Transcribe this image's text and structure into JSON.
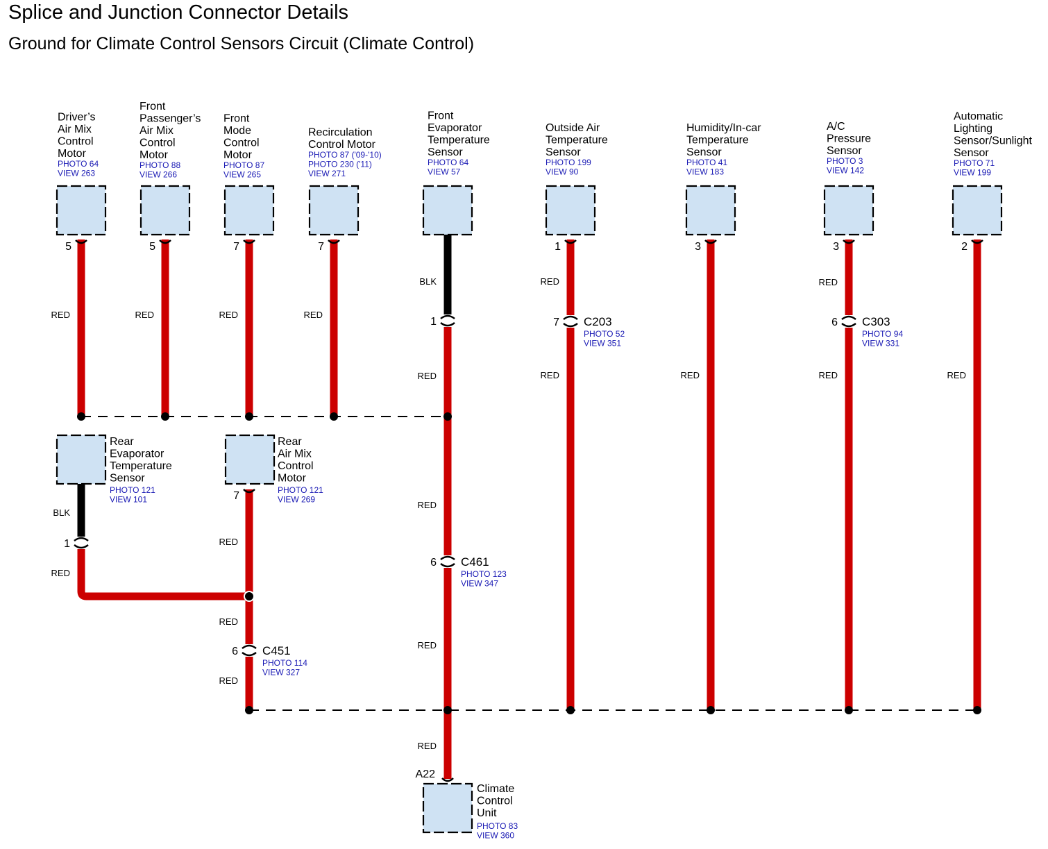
{
  "header": {
    "title": "Splice and Junction Connector Details",
    "subtitle": "Ground for Climate Control Sensors Circuit (Climate Control)"
  },
  "colors": {
    "wire_red": "#cc0000",
    "wire_black": "#000000",
    "component_fill": "#cfe2f3",
    "ref_text": "#1a1ab4"
  },
  "components": [
    {
      "id": "drivers-air-mix",
      "name": [
        "Driver’s",
        "Air Mix",
        "Control",
        "Motor"
      ],
      "refs": [
        "PHOTO 64",
        "VIEW 263"
      ],
      "pin": "5"
    },
    {
      "id": "front-pass-air-mix",
      "name": [
        "Front",
        "Passenger’s",
        "Air Mix",
        "Control",
        "Motor"
      ],
      "refs": [
        "PHOTO 88",
        "VIEW 266"
      ],
      "pin": "5"
    },
    {
      "id": "front-mode",
      "name": [
        "Front",
        "Mode",
        "Control",
        "Motor"
      ],
      "refs": [
        "PHOTO 87",
        "VIEW 265"
      ],
      "pin": "7"
    },
    {
      "id": "recirculation",
      "name": [
        "Recirculation",
        "Control Motor"
      ],
      "refs": [
        "PHOTO 87 ('09-'10)",
        "PHOTO 230 ('11)",
        "VIEW 271"
      ],
      "pin": "7"
    },
    {
      "id": "front-evap",
      "name": [
        "Front",
        "Evaporator",
        "Temperature",
        "Sensor"
      ],
      "refs": [
        "PHOTO 64",
        "VIEW 57"
      ],
      "pin": ""
    },
    {
      "id": "outside-air",
      "name": [
        "Outside Air",
        "Temperature",
        "Sensor"
      ],
      "refs": [
        "PHOTO 199",
        "VIEW 90"
      ],
      "pin": "1"
    },
    {
      "id": "humidity",
      "name": [
        "Humidity/In-car",
        "Temperature",
        "Sensor"
      ],
      "refs": [
        "PHOTO 41",
        "VIEW 183"
      ],
      "pin": "3"
    },
    {
      "id": "ac-pressure",
      "name": [
        "A/C",
        "Pressure",
        "Sensor"
      ],
      "refs": [
        "PHOTO 3",
        "VIEW 142"
      ],
      "pin": "3"
    },
    {
      "id": "auto-lighting",
      "name": [
        "Automatic",
        "Lighting",
        "Sensor/Sunlight",
        "Sensor"
      ],
      "refs": [
        "PHOTO 71",
        "VIEW 199"
      ],
      "pin": "2"
    },
    {
      "id": "rear-evap",
      "name": [
        "Rear",
        "Evaporator",
        "Temperature",
        "Sensor"
      ],
      "refs": [
        "PHOTO 121",
        "VIEW 101"
      ],
      "pin": ""
    },
    {
      "id": "rear-air-mix",
      "name": [
        "Rear",
        "Air Mix",
        "Control",
        "Motor"
      ],
      "refs": [
        "PHOTO 121",
        "VIEW 269"
      ],
      "pin": "7"
    },
    {
      "id": "climate-unit",
      "name": [
        "Climate",
        "Control",
        "Unit"
      ],
      "refs": [
        "PHOTO 83",
        "VIEW 360"
      ],
      "pin": "A22"
    }
  ],
  "inline_connectors": [
    {
      "id": "front-evap-inline",
      "name": "",
      "refs": [],
      "pin": "1"
    },
    {
      "id": "c203",
      "name": "C203",
      "refs": [
        "PHOTO 52",
        "VIEW 351"
      ],
      "pin": "7"
    },
    {
      "id": "c303",
      "name": "C303",
      "refs": [
        "PHOTO 94",
        "VIEW 331"
      ],
      "pin": "6"
    },
    {
      "id": "c461",
      "name": "C461",
      "refs": [
        "PHOTO 123",
        "VIEW 347"
      ],
      "pin": "6"
    },
    {
      "id": "c451",
      "name": "C451",
      "refs": [
        "PHOTO 114",
        "VIEW 327"
      ],
      "pin": "6"
    },
    {
      "id": "rear-evap-inline",
      "name": "",
      "refs": [],
      "pin": "1"
    }
  ],
  "wire_labels": {
    "red": "RED",
    "blk": "BLK"
  }
}
